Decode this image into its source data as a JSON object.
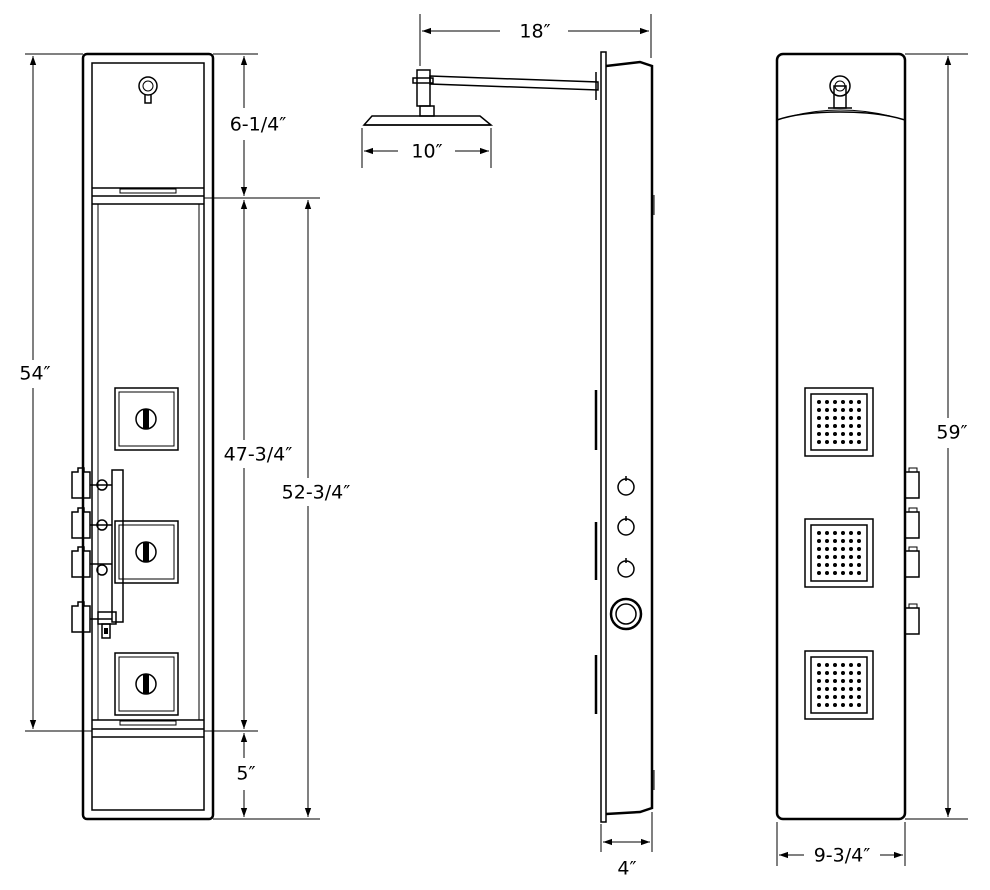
{
  "dimensions": {
    "front_total_height": "54″",
    "front_top_section": "6-1/4″",
    "front_middle_section": "47-3/4″",
    "front_lower_span": "52-3/4″",
    "front_bottom_section": "5″",
    "arm_length": "18″",
    "head_diameter": "10″",
    "panel_depth": "4″",
    "back_total_height": "59″",
    "back_width": "9-3/4″"
  }
}
